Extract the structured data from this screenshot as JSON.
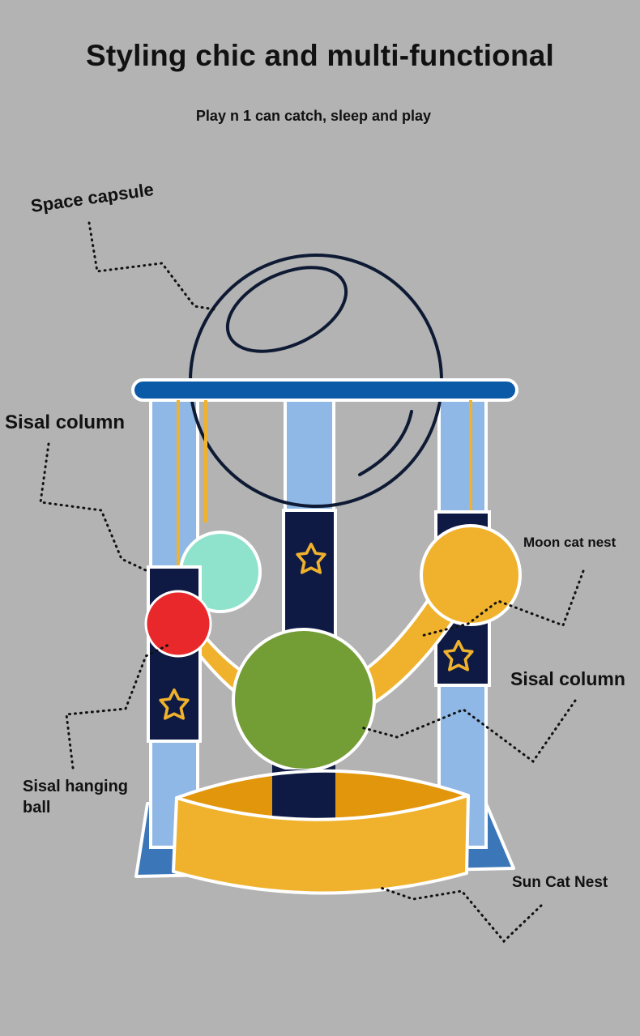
{
  "title": "Styling chic and multi-functional",
  "subtitle": "Play n 1 can catch, sleep and play",
  "labels": {
    "space_capsule": "Space capsule",
    "sisal_column_left": "Sisal column",
    "moon_cat_nest": "Moon cat nest",
    "sisal_column_right": "Sisal column",
    "sisal_hanging_ball": "Sisal hanging ball",
    "sun_cat_nest": "Sun Cat Nest"
  },
  "colors": {
    "background": "#b3b3b3",
    "top_bar": "#0b5aa8",
    "post": "#8fb8e6",
    "sisal_wrap": "#0e1a44",
    "star_outline": "#f0b22c",
    "arc_bed": "#f0b22c",
    "mint_ball": "#8fe3cc",
    "red_ball": "#e8282a",
    "green_nest": "#739d35",
    "moon_nest": "#f0b22c",
    "sun_nest": "#f0b22c",
    "base": "#3a76b8"
  }
}
